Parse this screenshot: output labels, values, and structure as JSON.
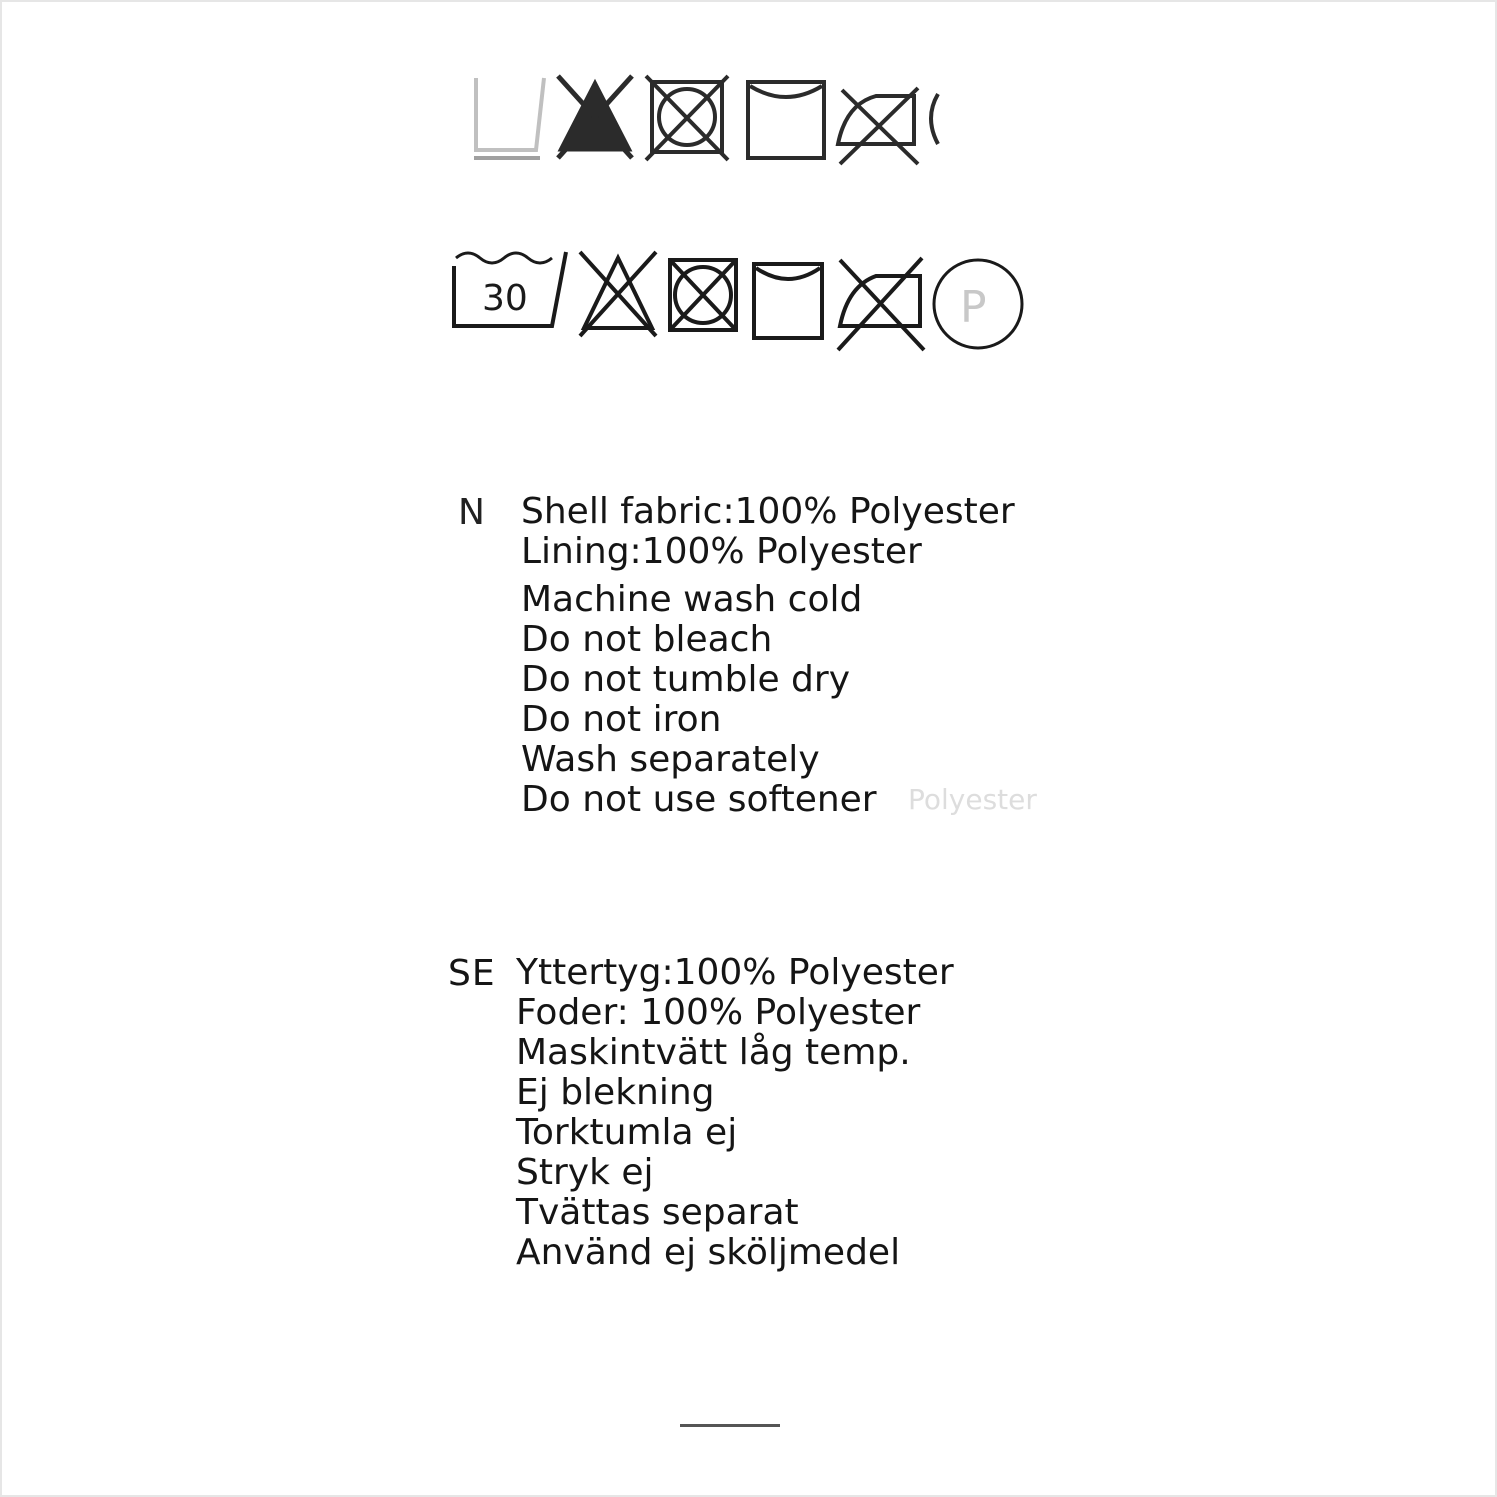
{
  "care_symbols_top": [
    "wash-icon",
    "no-bleach-icon",
    "no-tumble-dry-icon",
    "dry-icon",
    "no-iron-icon",
    "professional-clean-icon"
  ],
  "care_symbols_main": [
    {
      "icon": "wash-30-icon",
      "label": "30"
    },
    {
      "icon": "no-bleach-icon",
      "label": ""
    },
    {
      "icon": "no-tumble-dry-icon",
      "label": ""
    },
    {
      "icon": "dry-icon",
      "label": ""
    },
    {
      "icon": "no-iron-icon",
      "label": ""
    },
    {
      "icon": "professional-clean-p-icon",
      "label": "P"
    }
  ],
  "en": {
    "lang": "N",
    "lines": [
      "Shell fabric:100% Polyester",
      "Lining:100% Polyester",
      "Machine wash cold",
      "Do not bleach",
      "Do not tumble dry",
      "Do not iron",
      "Wash separately",
      "Do not use softener"
    ]
  },
  "se": {
    "lang": "SE",
    "lines": [
      "Yttertyg:100% Polyester",
      "Foder: 100% Polyester",
      "Maskintvätt låg temp.",
      "Ej blekning",
      "Torktumla ej",
      "Stryk ej",
      "Tvättas separat",
      "Använd ej sköljmedel"
    ]
  },
  "ghost_text": "Polyester"
}
